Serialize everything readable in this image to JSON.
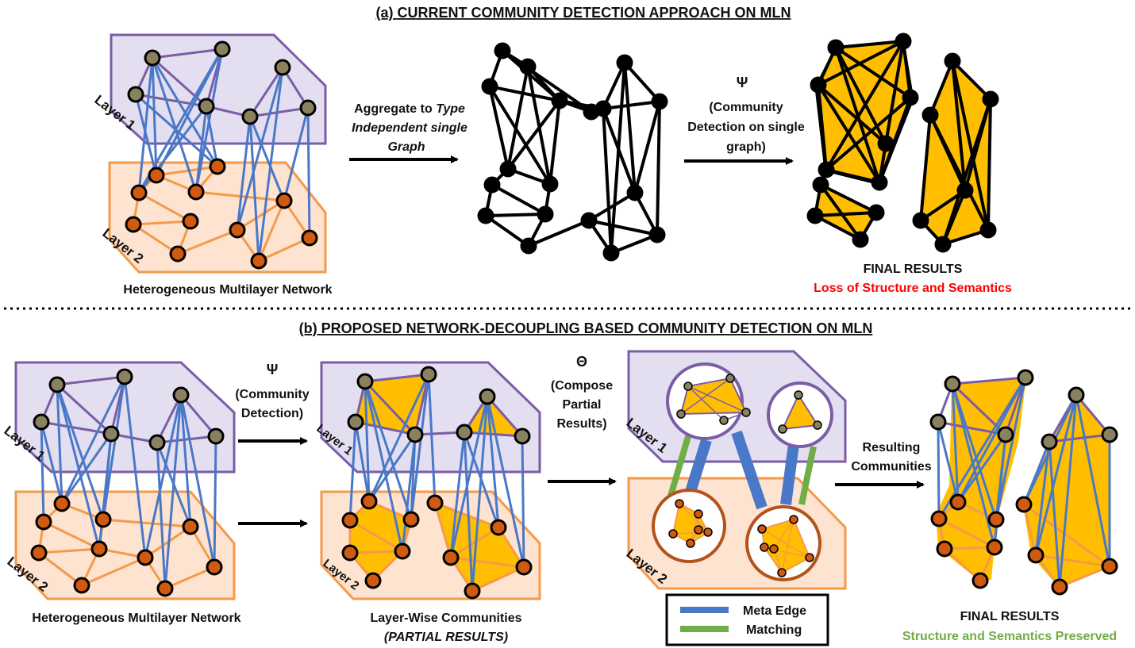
{
  "colors": {
    "layer1_fill": "#e4dff0",
    "layer1_stroke": "#7b5ca6",
    "layer2_fill": "#fde3d0",
    "layer2_stroke": "#f49a4a",
    "node1": "#8a8160",
    "node2": "#cf5a10",
    "intra1": "#7b5ca6",
    "intra2": "#f49a4a",
    "inter": "#4a78c8",
    "community": "#ffbf00",
    "matching": "#70ad47",
    "loss_text": "#ff0000",
    "preserved_text": "#70ad47"
  },
  "section_a": {
    "title": "(a) CURRENT COMMUNITY DETECTION APPROACH ON MLN",
    "layer1": "Layer 1",
    "layer2": "Layer 2",
    "network_caption": "Heterogeneous Multilayer Network",
    "aggregate_line1": "Aggregate to ",
    "aggregate_italic1": "Type",
    "aggregate_line2": "Independent  single",
    "aggregate_line3": "Graph",
    "psi": "Ψ",
    "cd_line1": "(Community",
    "cd_line2": "Detection on single",
    "cd_line3": "graph)",
    "final": "FINAL RESULTS",
    "loss": "Loss of Structure and Semantics"
  },
  "section_b": {
    "title": "(b) PROPOSED NETWORK-DECOUPLING BASED COMMUNITY DETECTION ON MLN",
    "layer1": "Layer 1",
    "layer2": "Layer 2",
    "network_caption": "Heterogeneous Multilayer Network",
    "psi": "Ψ",
    "cd_line1": "(Community",
    "cd_line2": "Detection)",
    "layerwise": "Layer-Wise Communities",
    "partial": "(PARTIAL RESULTS)",
    "theta": "Θ",
    "compose_line1": "(Compose",
    "compose_line2": "Partial",
    "compose_line3": "Results)",
    "resulting_line1": "Resulting",
    "resulting_line2": "Communities",
    "final": "FINAL RESULTS",
    "preserved": "Structure and Semantics Preserved",
    "legend_meta": "Meta Edge",
    "legend_matching": "Matching"
  }
}
